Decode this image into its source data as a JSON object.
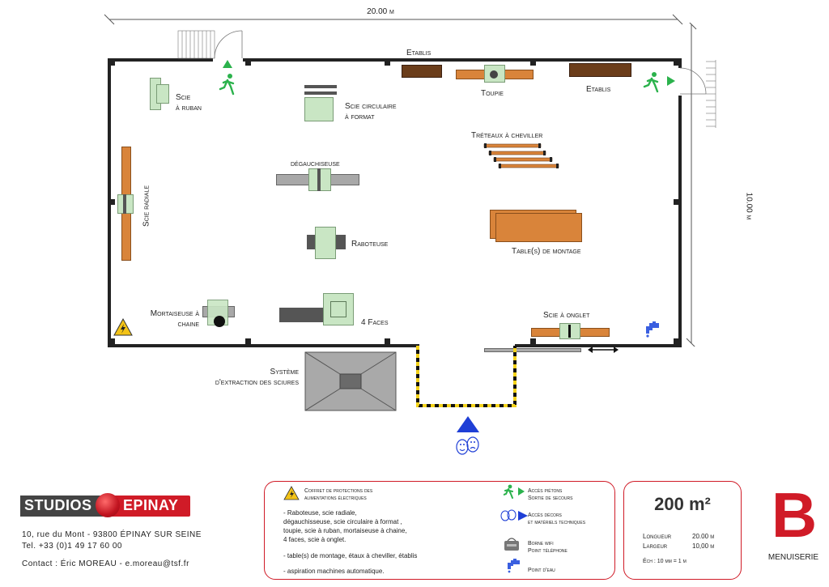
{
  "dimensions": {
    "width": "20.00 m",
    "height": "10.00 m"
  },
  "machines": {
    "scie_ruban": "Scie\nà ruban",
    "scie_circulaire": "Scie circulaire\nà format",
    "etablis_top": "Etablis",
    "toupie": "Toupie",
    "etablis_right": "Etablis",
    "treteaux": "Tréteaux à cheviller",
    "degauchisseuse": "dégauchiseuse",
    "scie_radiale": "Scie radiale",
    "raboteuse": "Raboteuse",
    "table_montage": "Table(s) de montage",
    "scie_onglet": "Scie à onglet",
    "mortaiseuse": "Mortaiseuse à\nchaine",
    "quatre_faces": "4 Faces",
    "extraction": "Système\nd'extraction des sciures"
  },
  "legend": {
    "power_title": "Coffret de protections des alimentations électriques",
    "power_items": [
      "- Raboteuse, scie radiale,",
      "dégauchisseuse, scie circulaire à format ,",
      "toupie, scie à ruban, mortaiseuse à chaine,",
      "4 faces, scie à onglet.",
      "- table(s) de montage, étaux à cheviller, établis",
      "- aspiration machines automatique."
    ],
    "access_pedestrian": "Accès piétons\nSortie de secours",
    "access_decor": "Accès décors\net matériels techniques",
    "wifi": "Borne wifi\nPoint téléphone",
    "water": "Point d'eau"
  },
  "summary": {
    "area": "200 m²",
    "length_label": "Longueur",
    "length_value": "20.00 m",
    "width_label": "Largeur",
    "width_value": "10,00 m",
    "scale": "Éch : 10 mm = 1 m"
  },
  "brand": {
    "logo_left": "STUDIOS",
    "logo_right": "EPINAY",
    "address": "10, rue du Mont - 93800 ÉPINAY SUR SEINE",
    "phone": "Tel. +33 (0)1 49 17 60 00",
    "contact": "Contact : Éric MOREAU - e.moreau@tsf.fr",
    "badge_letter": "B",
    "badge_label": "MENUISERIE"
  },
  "colors": {
    "accent": "#d01b27",
    "machine_green": "#c9e6c4",
    "wood_orange": "#d9843a",
    "bench_brown": "#6b3d1a",
    "access_blue": "#1f3fd6",
    "exit_green": "#2bb24c"
  }
}
